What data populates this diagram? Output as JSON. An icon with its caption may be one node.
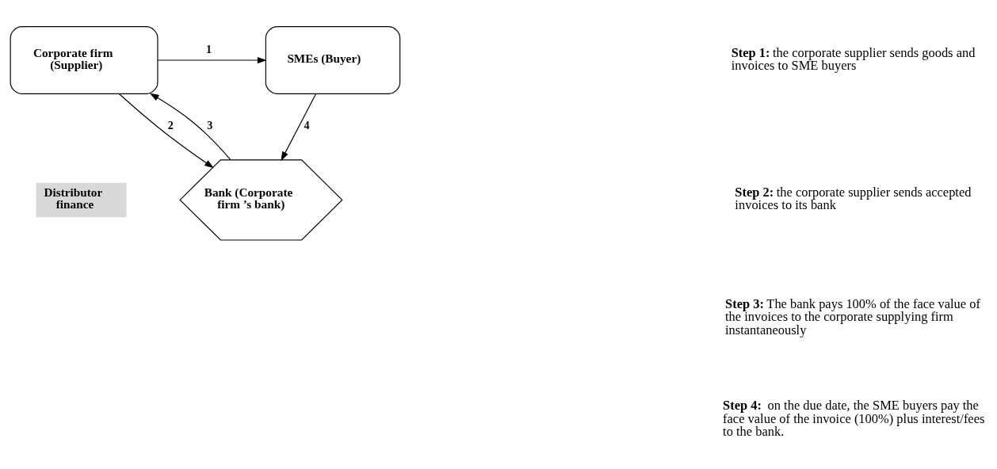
{
  "diagram": {
    "nodes": [
      {
        "text": [
          "Corporate firm (Supplier)"
        ]
      },
      {
        "text": [
          "SMEs (Buyer)"
        ]
      },
      {
        "text": [
          "Bank (Corporate firm ’s bank)"
        ]
      },
      {
        "text": [
          "Distributor finance"
        ]
      }
    ],
    "edges": [
      {
        "from": 0,
        "to": 1,
        "arrow": "to",
        "label": "1"
      },
      {
        "from": 0,
        "to": 2,
        "arrow": "to",
        "label": "2"
      },
      {
        "from": 2,
        "to": 0,
        "arrow": "to",
        "label": "3"
      },
      {
        "from": 1,
        "to": 2,
        "arrow": "to",
        "label": "4"
      }
    ],
    "labels": [
      "**Step 1:** the corporate supplier sends goods and invoices to SME buyers",
      "**Step 2:** the corporate supplier sends accepted invoices to its bank",
      "**Step 3:** The bank pays 100% of the face value of the invoices to the corporate supplying firm instantaneously",
      "**Step 4:**  on the due date, the SME buyers pay the face value of the invoice (100%) plus interest/fees to the bank."
    ]
  }
}
